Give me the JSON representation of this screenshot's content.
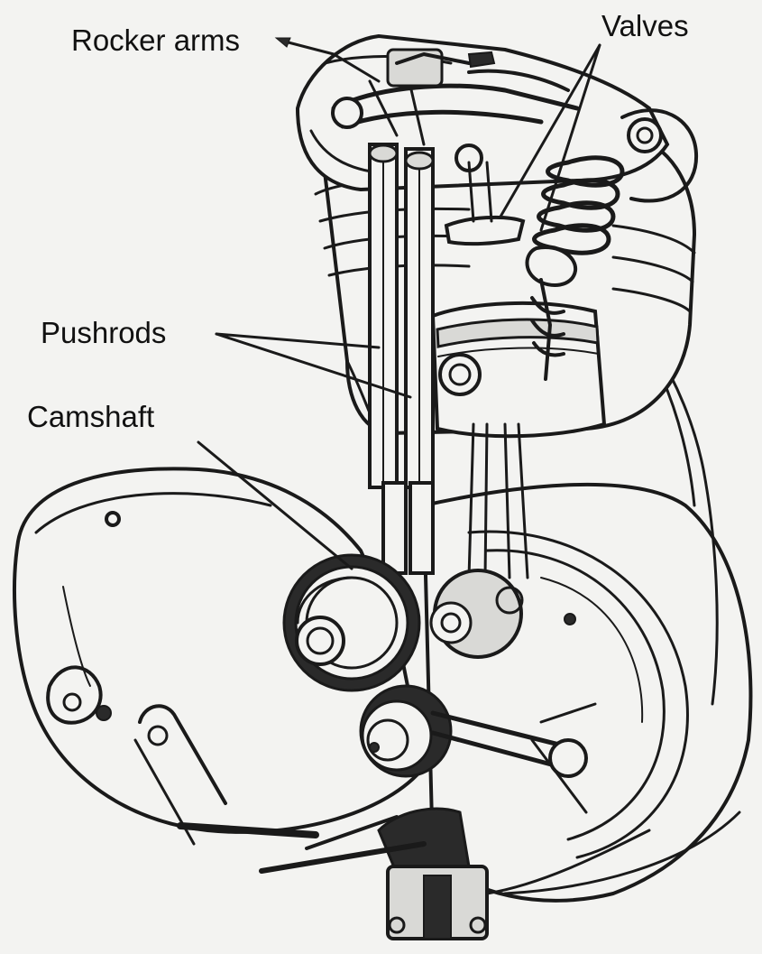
{
  "labels": {
    "rocker_arms": "Rocker arms",
    "valves": "Valves",
    "pushrods": "Pushrods",
    "camshaft": "Camshaft"
  },
  "colors": {
    "paper": "#f3f3f1",
    "ink": "#1a1a1a"
  }
}
